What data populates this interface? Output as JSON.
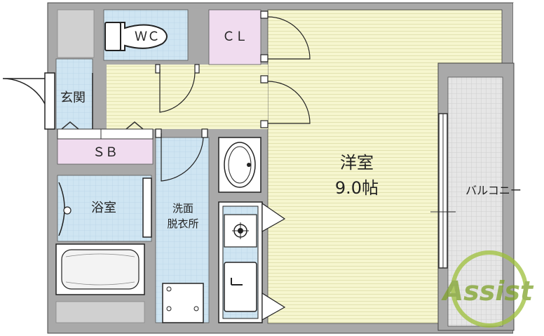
{
  "rooms": {
    "wc": "ＷＣ",
    "cl": "ＣＬ",
    "genkan": "玄関",
    "sb": "ＳＢ",
    "bath": "浴室",
    "washroom_line1": "洗面",
    "washroom_line2": "脱衣所",
    "western_room": "洋室",
    "western_room_size": "9.0帖",
    "balcony": "バルコニー"
  },
  "watermark": "Assist",
  "colors": {
    "wall": "#a9a9a9",
    "floor_western": "#f6f6cf",
    "wet_area": "#cfe5f2",
    "storage": "#f0dcef",
    "balcony": "#e6e6e6",
    "watermark": "#9dc03a"
  }
}
